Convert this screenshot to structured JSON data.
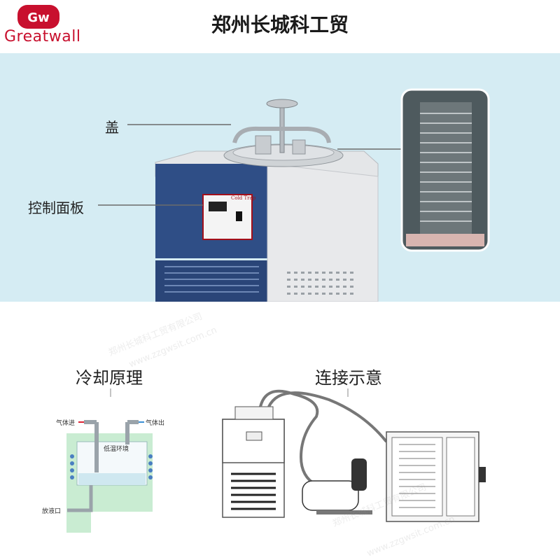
{
  "header": {
    "logo_text": "Greatwall",
    "title": "郑州长城科工贸"
  },
  "hero": {
    "callout_lid": "盖",
    "callout_panel": "控制面板",
    "panel_badge": "Cold Trap"
  },
  "sections": {
    "cooling_title": "冷却原理",
    "connection_title": "连接示意"
  },
  "diagram": {
    "gas_in": "气体进",
    "gas_out": "气体出",
    "low_temp": "低温环境",
    "drain": "放液口"
  },
  "watermark": {
    "line1": "郑州长城科工贸有限公司",
    "line2": "www.zzgwsit.com.cn"
  },
  "colors": {
    "brand_red": "#c8102e",
    "hero_bg": "#d5ecf3",
    "cabinet_blue": "#2f4e86",
    "liquid": "#cfe8f0",
    "diagram_green": "#c9ecd2"
  }
}
